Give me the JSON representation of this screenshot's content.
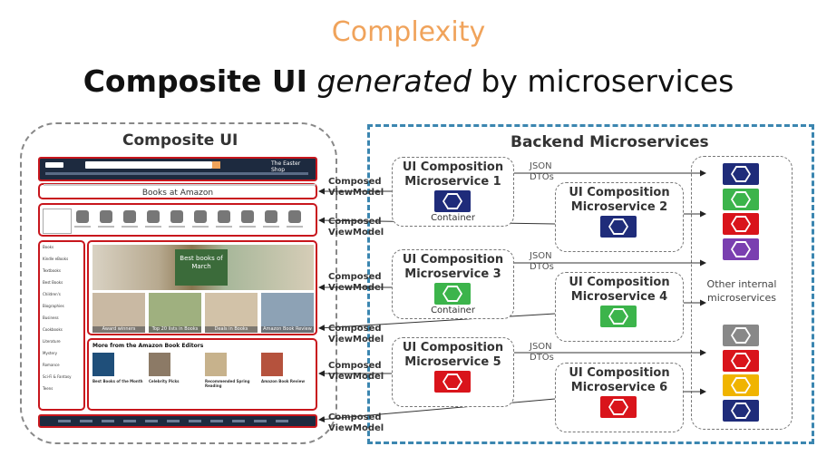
{
  "heading": "Complexity",
  "title": {
    "bold": "Composite UI",
    "italic": "generated",
    "rest": "by microservices"
  },
  "composite_ui": {
    "title": "Composite UI",
    "shop_search_hint": "",
    "shop_banner": "The Easter Shop",
    "books_title": "Books at Amazon",
    "editors_header": "More from the Amazon Book Editors",
    "promo_text": "Best books of March",
    "book_captions": [
      "Award winners",
      "Top 20 lists in Books",
      "Deals in Books",
      "Amazon Book Review"
    ],
    "editor_items": [
      "Best Books of the Month",
      "Celebrity Picks",
      "Recommended Spring Reading",
      "Amazon Book Review"
    ],
    "category_items": [
      "Books",
      "Kindle eBooks",
      "Textbooks",
      "Best Books",
      "Children's",
      "Biographies",
      "Business",
      "Cookbooks",
      "Literature",
      "Mystery",
      "Romance",
      "Sci-Fi & Fantasy",
      "Teens"
    ]
  },
  "backend": {
    "title": "Backend Microservices",
    "other_label": "Other internal microservices"
  },
  "labels": {
    "composed": "Composed",
    "viewmodel": "ViewModel",
    "json": "JSON",
    "dtos": "DTOs",
    "container": "Container",
    "ui_composition": "UI Composition"
  },
  "microservices": [
    {
      "line1": "UI Composition",
      "line2": "Microservice 1",
      "color": "#1f2c7a",
      "container": "Container"
    },
    {
      "line1": "UI Composition",
      "line2": "Microservice 2",
      "color": "#1f2c7a"
    },
    {
      "line1": "UI Composition",
      "line2": "Microservice 3",
      "color": "#3cb44b",
      "container": "Container"
    },
    {
      "line1": "UI Composition",
      "line2": "Microservice 4",
      "color": "#3cb44b"
    },
    {
      "line1": "UI Composition",
      "line2": "Microservice 5",
      "color": "#d9141b"
    },
    {
      "line1": "UI Composition",
      "line2": "Microservice 6",
      "color": "#d9141b"
    }
  ],
  "other_services_colors": [
    "#1f2c7a",
    "#3cb44b",
    "#d9141b",
    "#7a3fb0",
    "#888888",
    "#d9141b",
    "#f0b400",
    "#1f2c7a"
  ],
  "colors": {
    "heading": "#f0a35b",
    "backend_border": "#3b86b0",
    "viewmodel_red": "#c8161d"
  }
}
